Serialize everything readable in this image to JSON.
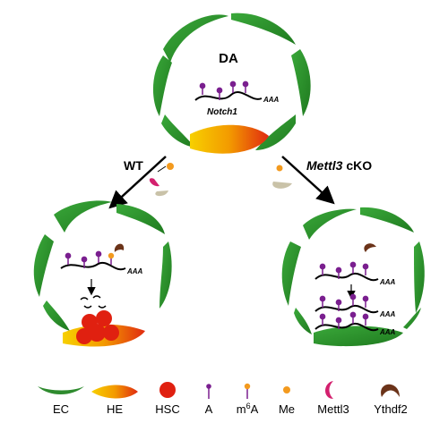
{
  "top_vessel": {
    "label": "DA",
    "gene": "Notch1",
    "polyA": "AAA"
  },
  "branches": {
    "wt_label": "WT",
    "cko_gene": "Mettl3",
    "cko_suffix": " cKO"
  },
  "wt_vessel": {
    "polyA": "AAA"
  },
  "cko_vessel": {
    "polyA": "AAA"
  },
  "legend": [
    {
      "key": "ec",
      "label": "EC"
    },
    {
      "key": "he",
      "label": "HE"
    },
    {
      "key": "hsc",
      "label": "HSC"
    },
    {
      "key": "a",
      "label": "A"
    },
    {
      "key": "m6a",
      "label_main": "m",
      "label_sup": "6",
      "label_tail": "A"
    },
    {
      "key": "me",
      "label": "Me"
    },
    {
      "key": "mettl3",
      "label": "Mettl3"
    },
    {
      "key": "ythdf2",
      "label": "Ythdf2"
    }
  ],
  "colors": {
    "ec_green": "#2e8b2e",
    "he_yellow": "#f5c400",
    "he_red": "#e03010",
    "hsc_red": "#e02010",
    "purple": "#7a1f8f",
    "orange_me": "#f39a1e",
    "mettl3_pink": "#d3206e",
    "ythdf2_brown": "#6b3319"
  }
}
